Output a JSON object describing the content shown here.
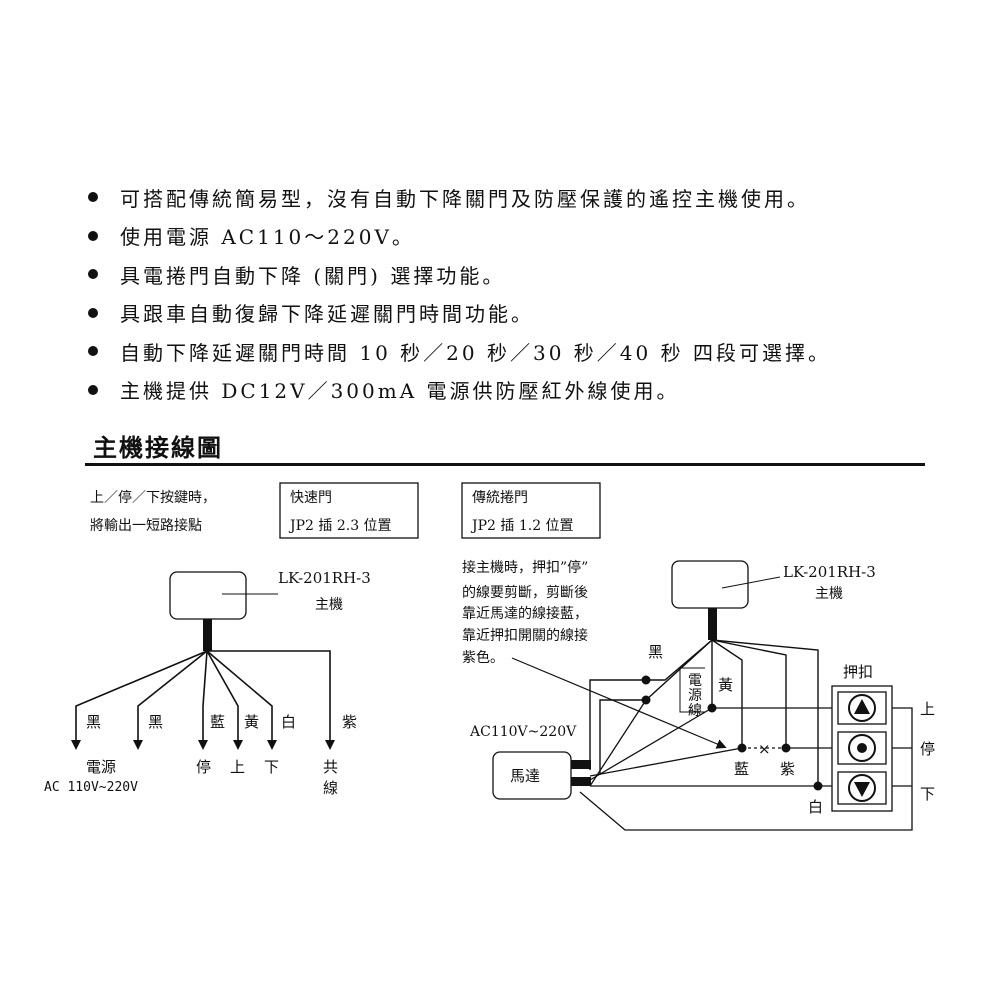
{
  "features": [
    "可搭配傳統簡易型，沒有自動下降關門及防壓保護的遙控主機使用。",
    "使用電源 AC110～220V。",
    "具電捲門自動下降 (關門) 選擇功能。",
    "具跟車自動復歸下降延遲關門時間功能。",
    "自動下降延遲關門時間 10 秒／20 秒／30 秒／40 秒 四段可選擇。",
    "主機提供 DC12V／300mA 電源供防壓紅外線使用。"
  ],
  "section_title": "主機接線圖",
  "note": {
    "line1": "上／停／下按鍵時，",
    "line2": "將輸出一短路接點"
  },
  "box_fast": {
    "title": "快速門",
    "setting": "JP2 插 2.3 位置"
  },
  "box_trad": {
    "title": "傳統捲門",
    "setting": "JP2 插 1.2 位置"
  },
  "left_diagram": {
    "model": "LK-201RH-3",
    "unit": "主機",
    "wires": [
      "黑",
      "黑",
      "藍",
      "黃",
      "白",
      "紫"
    ],
    "power_label": "電源",
    "power_spec": "AC 110V~220V",
    "stop": "停",
    "up": "上",
    "down": "下",
    "common_1": "共",
    "common_2": "線"
  },
  "right_diagram": {
    "instruction": [
      "接主機時，押扣”停”",
      "的線要剪斷，剪斷後",
      "靠近馬達的線接藍，",
      "靠近押扣開關的線接",
      "紫色。"
    ],
    "model": "LK-201RH-3",
    "unit": "主機",
    "black": "黑",
    "power_cable": [
      "電",
      "源",
      "線"
    ],
    "yellow": "黃",
    "push_button": "押扣",
    "up": "上",
    "stop": "停",
    "down": "下",
    "supply": "AC110V~220V",
    "motor": "馬達",
    "blue": "藍",
    "purple": "紫",
    "cut_mark": "×",
    "white": "白"
  }
}
